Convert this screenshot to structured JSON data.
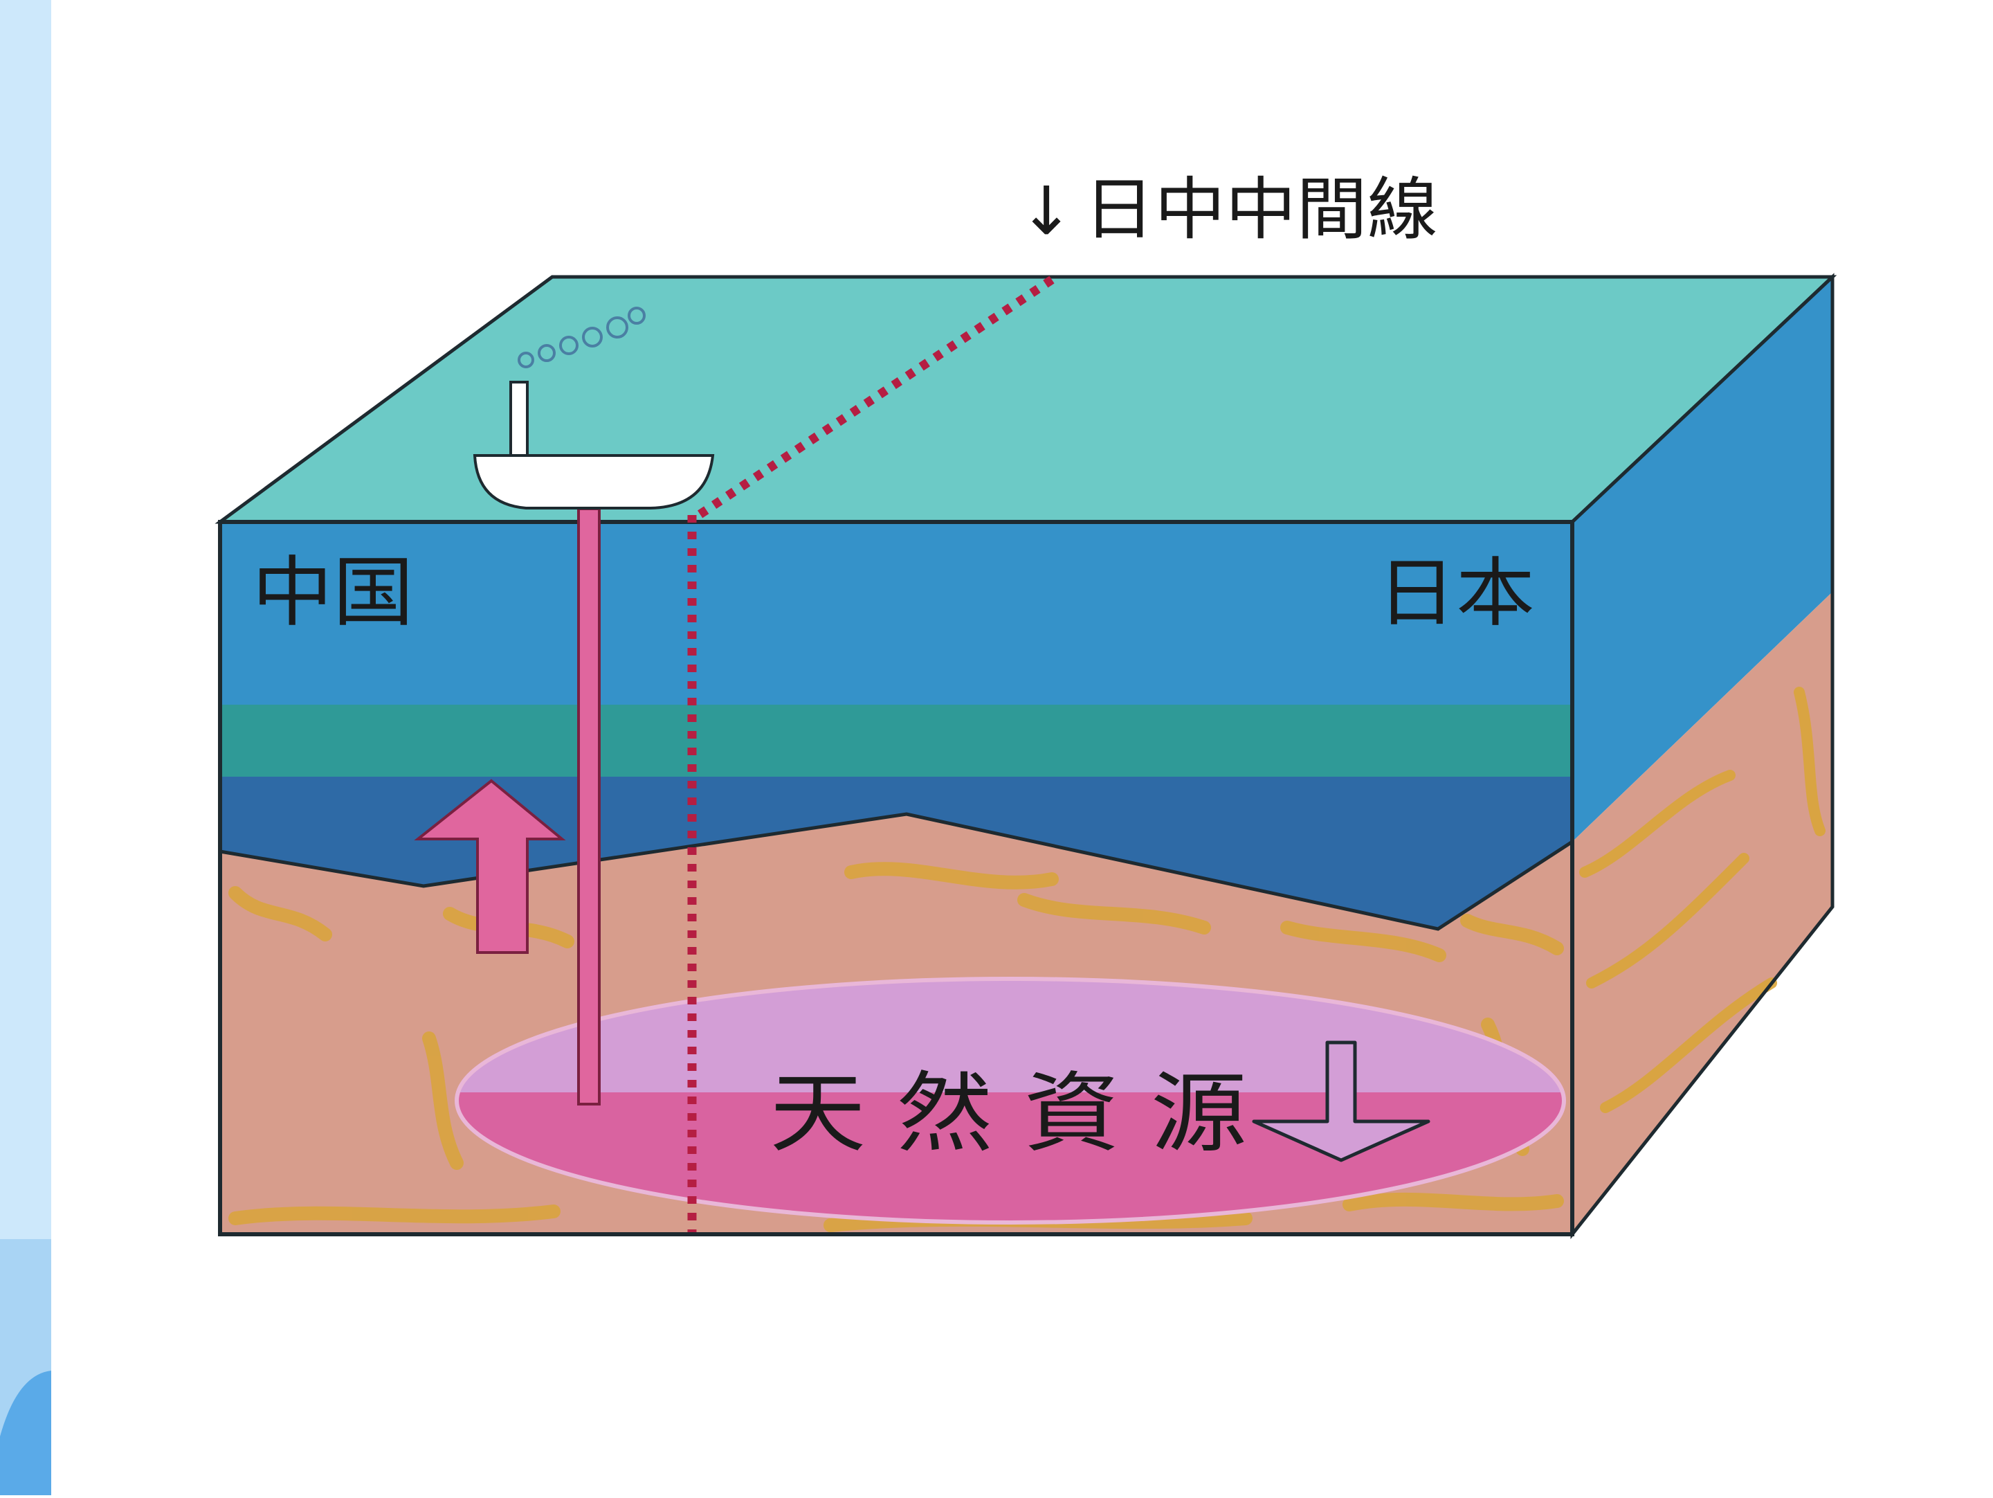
{
  "labels": {
    "median_line": "日中中間線",
    "china": "中国",
    "japan": "日本",
    "resources": "天 然 資 源"
  },
  "colors": {
    "sea_surface": "#6ccac6",
    "sea_upper": "#3592c9",
    "sea_teal_band": "#2f9a97",
    "sea_deep": "#2e6aa6",
    "seabed": "#d79d8c",
    "seabed_texture": "#d9a53a",
    "resource_upper": "#d39ed6",
    "resource_lower": "#d963a0",
    "pipe_and_arrow": "#e0669e",
    "median_line": "#b51e42",
    "left_strip": "#cce8fa"
  },
  "icons": {
    "drilling_platform": "drilling-ship-icon",
    "up_arrow": "up-arrow-icon",
    "down_arrow": "down-arrow-icon"
  }
}
